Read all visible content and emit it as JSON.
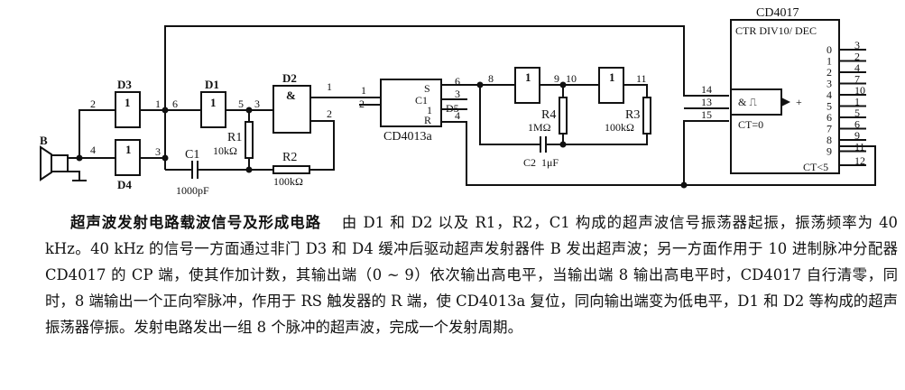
{
  "diagram": {
    "components": {
      "speaker": {
        "label": "B"
      },
      "d3": {
        "label": "D3",
        "symbol": "1",
        "in_pin": "2",
        "out_pin": "1"
      },
      "d4": {
        "label": "D4",
        "symbol": "1",
        "in_pin": "4",
        "out_pin": "3"
      },
      "d1": {
        "label": "D1",
        "symbol": "1",
        "in_pin": "6",
        "out_pin": "5"
      },
      "d2": {
        "label": "D2",
        "symbol": "&",
        "in_pin_a": "3",
        "in_pin_b": "2",
        "out_pin": "1"
      },
      "r1": {
        "label": "R1",
        "value": "10kΩ"
      },
      "r2": {
        "label": "R2",
        "value": "100kΩ"
      },
      "c1": {
        "label": "C1",
        "value": "1000pF"
      },
      "cd4013a": {
        "label": "CD4013a",
        "pins": {
          "in1": "1",
          "in2": "2",
          "s": "6",
          "ci": "3",
          "d": "5",
          "r": "4"
        },
        "inner": {
          "s": "S",
          "c": "C1",
          "one": "1",
          "d": "D5",
          "r": "R"
        }
      },
      "inv5": {
        "symbol": "1",
        "in_pin": "8",
        "out_pin": "9"
      },
      "inv6": {
        "symbol": "1",
        "in_pin": "10",
        "out_pin": "11"
      },
      "r4": {
        "label": "R4",
        "value": "1MΩ"
      },
      "r3": {
        "label": "R3",
        "value": "100kΩ"
      },
      "c2": {
        "label": "C2",
        "value": "1μF"
      },
      "cd4017": {
        "label": "CD4017",
        "function": "CTR DIV10/ DEC",
        "input_pins": [
          "14",
          "13",
          "15"
        ],
        "gate_symbol": "& ⎍",
        "plus": "+",
        "ct0": "CT=0",
        "ct5": "CT<5",
        "outputs": [
          "0",
          "1",
          "2",
          "3",
          "4",
          "5",
          "6",
          "7",
          "8",
          "9"
        ],
        "output_pins": [
          "3",
          "2",
          "4",
          "7",
          "10",
          "1",
          "5",
          "6",
          "9",
          "11"
        ],
        "ct5_pin": "12"
      }
    }
  },
  "caption": {
    "title": "超声波发射电路载波信号及形成电路",
    "body": "由 D1 和 D2 以及 R1，R2，C1 构成的超声波信号振荡器起振，振荡频率为 40 kHz。40 kHz 的信号一方面通过非门 D3 和 D4 缓冲后驱动超声发射器件 B 发出超声波；另一方面作用于 10 进制脉冲分配器 CD4017 的 CP 端，使其作加计数，其输出端（0 ~ 9）依次输出高电平，当输出端 8 输出高电平时，CD4017 自行清零，同时，8 端输出一个正向窄脉冲，作用于 RS 触发器的 R 端，使 CD4013a 复位，同向输出端变为低电平，D1 和 D2 等构成的超声振荡器停振。发射电路发出一组 8 个脉冲的超声波，完成一个发射周期。"
  }
}
